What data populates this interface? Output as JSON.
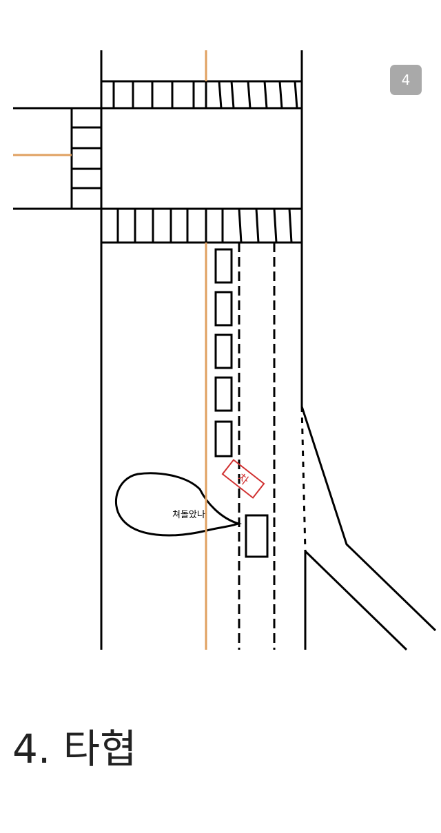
{
  "page_badge": "4",
  "drawing": {
    "speech_bubble_text": "쳐돌았나",
    "car_label": "차",
    "colors": {
      "line": "#000000",
      "center_line": "#e0a060",
      "car_label": "#d03030",
      "badge": "#a9a9a9"
    }
  },
  "caption": "4. 타협"
}
